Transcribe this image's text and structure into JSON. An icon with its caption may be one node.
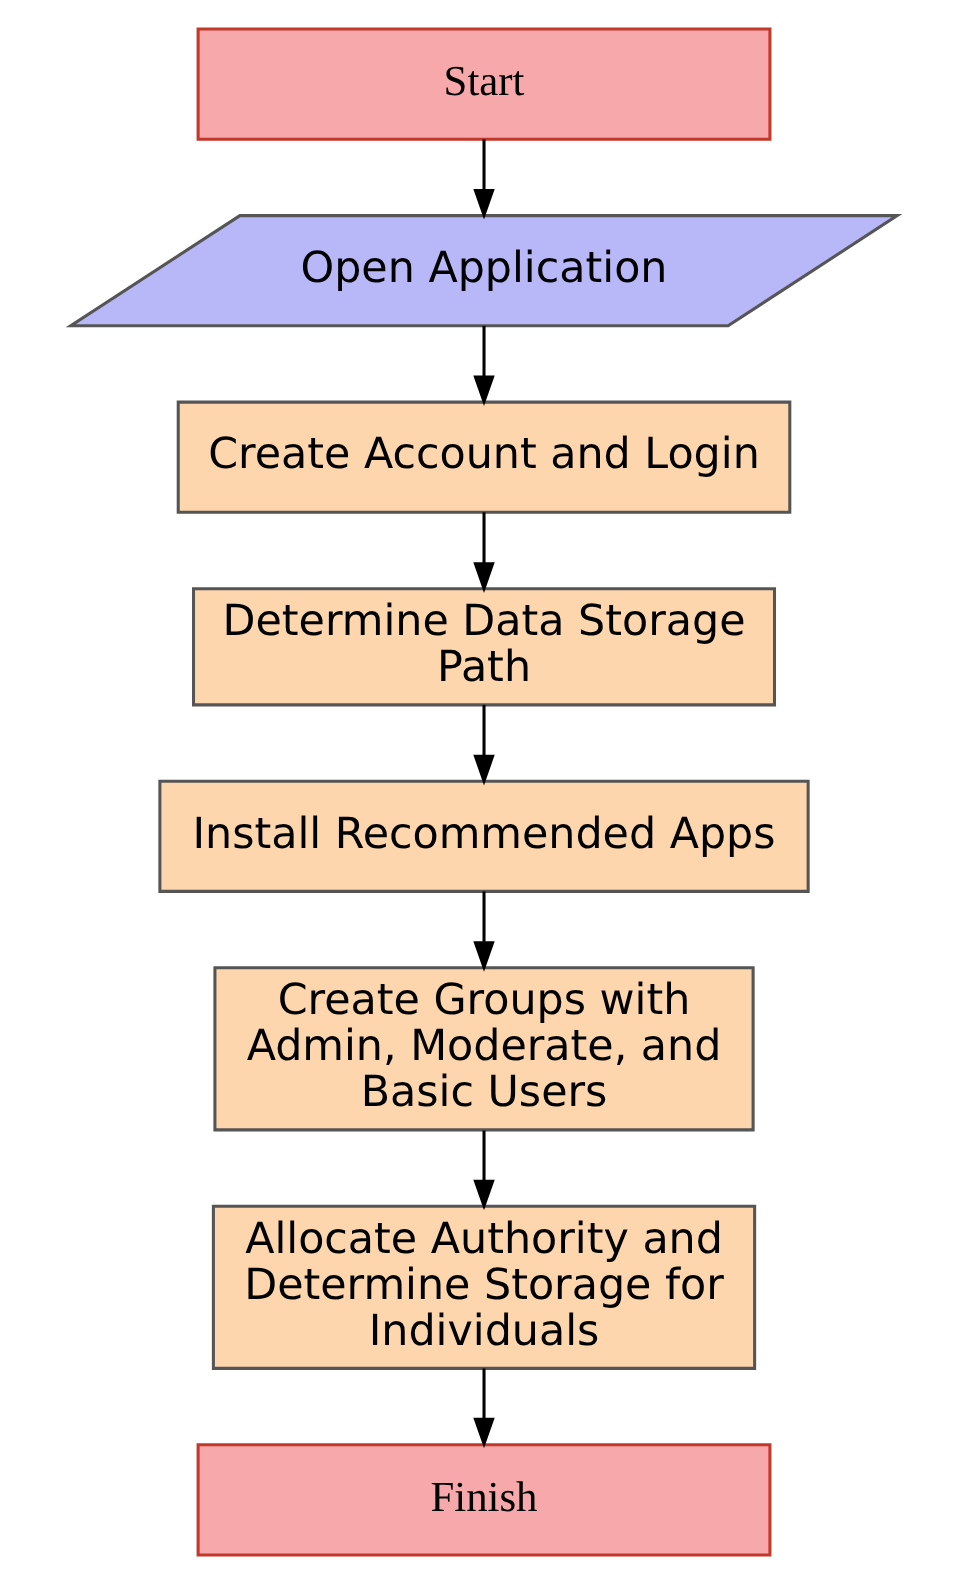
{
  "diagram": {
    "nodes": [
      {
        "text": [
          "Start"
        ]
      },
      {
        "text": [
          "Open Application"
        ]
      },
      {
        "text": [
          "Create Account and Login"
        ]
      },
      {
        "text": [
          "Determine Data Storage Path"
        ]
      },
      {
        "text": [
          "Install Recommended Apps"
        ]
      },
      {
        "text": [
          "Create Groups with Admin, Moderate, and Basic Users"
        ]
      },
      {
        "text": [
          "Allocate Authority and Determine Storage for Individuals"
        ]
      },
      {
        "text": [
          "Finish"
        ]
      }
    ],
    "edges": [
      {
        "from": 0,
        "to": 1,
        "arrow": "to"
      },
      {
        "from": 1,
        "to": 2,
        "arrow": "to"
      },
      {
        "from": 2,
        "to": 3,
        "arrow": "to"
      },
      {
        "from": 3,
        "to": 4,
        "arrow": "to"
      },
      {
        "from": 4,
        "to": 5,
        "arrow": "to"
      },
      {
        "from": 5,
        "to": 6,
        "arrow": "to"
      },
      {
        "from": 6,
        "to": 7,
        "arrow": "to"
      }
    ]
  }
}
